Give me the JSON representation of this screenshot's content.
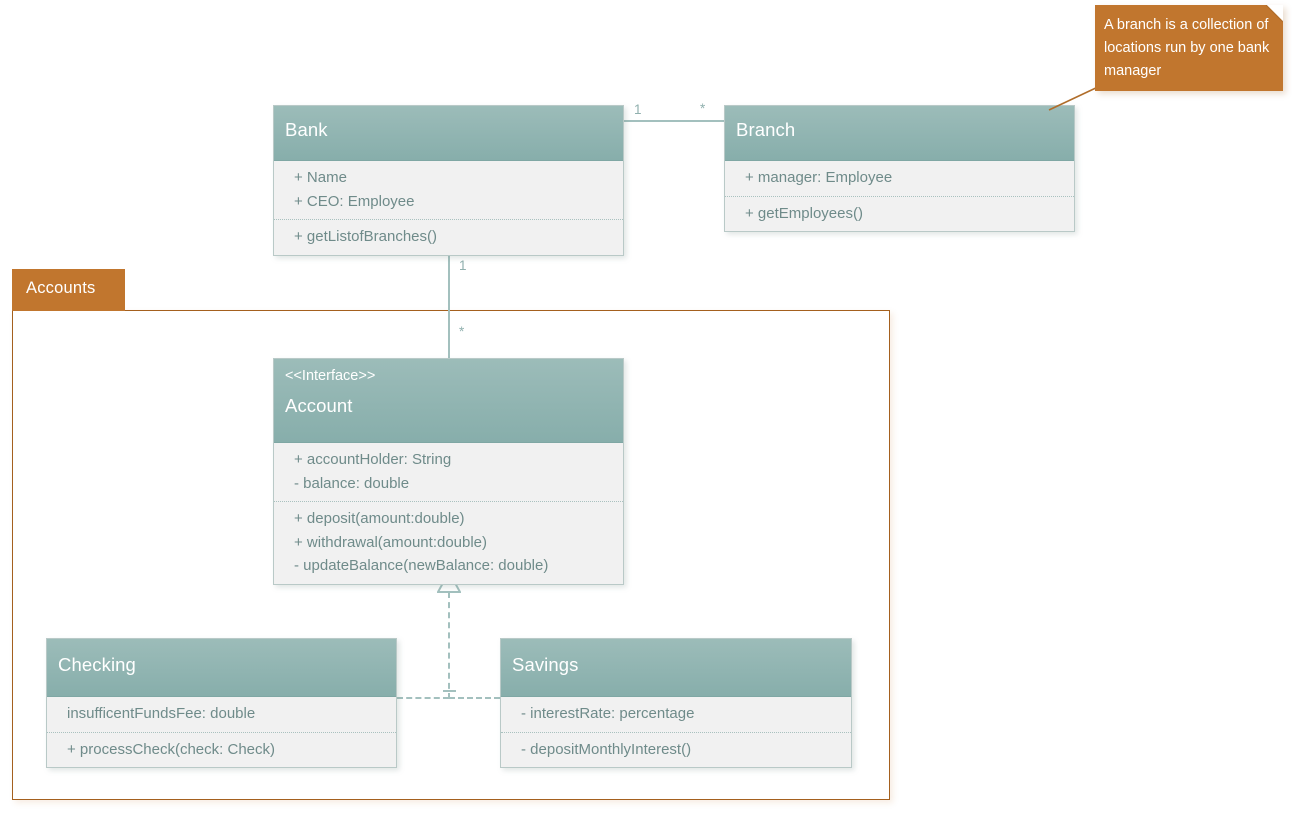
{
  "diagram": {
    "kind": "uml-class-diagram",
    "colors": {
      "class_header": "#8FB0AD",
      "class_body": "#F1F1F1",
      "class_border": "#B9C9C7",
      "package_accent": "#C1762E",
      "connector": "#A3C0BE",
      "member_text": "#6F8B8A"
    }
  },
  "package": {
    "label": "Accounts"
  },
  "classes": {
    "bank": {
      "name": "Bank",
      "stereotype": "",
      "attributes": [
        "+ Name",
        "+ CEO: Employee"
      ],
      "operations": [
        "+ getListofBranches()"
      ]
    },
    "branch": {
      "name": "Branch",
      "stereotype": "",
      "attributes": [
        "+ manager: Employee"
      ],
      "operations": [
        "+ getEmployees()"
      ]
    },
    "account": {
      "name": "Account",
      "stereotype": "<<Interface>>",
      "attributes": [
        "+ accountHolder: String",
        "- balance: double"
      ],
      "operations": [
        "+ deposit(amount:double)",
        "+ withdrawal(amount:double)",
        "- updateBalance(newBalance: double)"
      ]
    },
    "checking": {
      "name": "Checking",
      "stereotype": "",
      "attributes": [
        "insufficentFundsFee: double"
      ],
      "operations": [
        "+ processCheck(check: Check)"
      ]
    },
    "savings": {
      "name": "Savings",
      "stereotype": "",
      "attributes": [
        "- interestRate: percentage"
      ],
      "operations": [
        "- depositMonthlyInterest()"
      ]
    }
  },
  "associations": {
    "bank_branch": {
      "source_multiplicity": "1",
      "target_multiplicity": "*"
    },
    "bank_account": {
      "source_multiplicity": "1",
      "target_multiplicity": "*"
    }
  },
  "note": {
    "text": "A branch is a collection of locations run by one bank manager"
  }
}
